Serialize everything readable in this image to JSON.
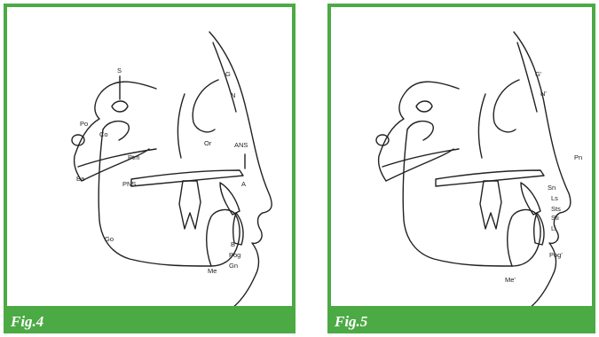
{
  "figures": [
    {
      "caption": "Fig.4",
      "landmarks": [
        "S",
        "G",
        "N",
        "Po",
        "Co",
        "Or",
        "ANS",
        "Ba",
        "Ptm",
        "PNS",
        "A",
        "Go",
        "B",
        "Pog",
        "Me",
        "Gn"
      ]
    },
    {
      "caption": "Fig.5",
      "landmarks": [
        "G'",
        "N'",
        "Pn",
        "Sn",
        "Ls",
        "Sts",
        "Sti",
        "Li",
        "Pog'",
        "Me'"
      ]
    }
  ],
  "colors": {
    "frame": "#4caa45",
    "caption_text": "#ffffff",
    "tracing": "#222222"
  }
}
